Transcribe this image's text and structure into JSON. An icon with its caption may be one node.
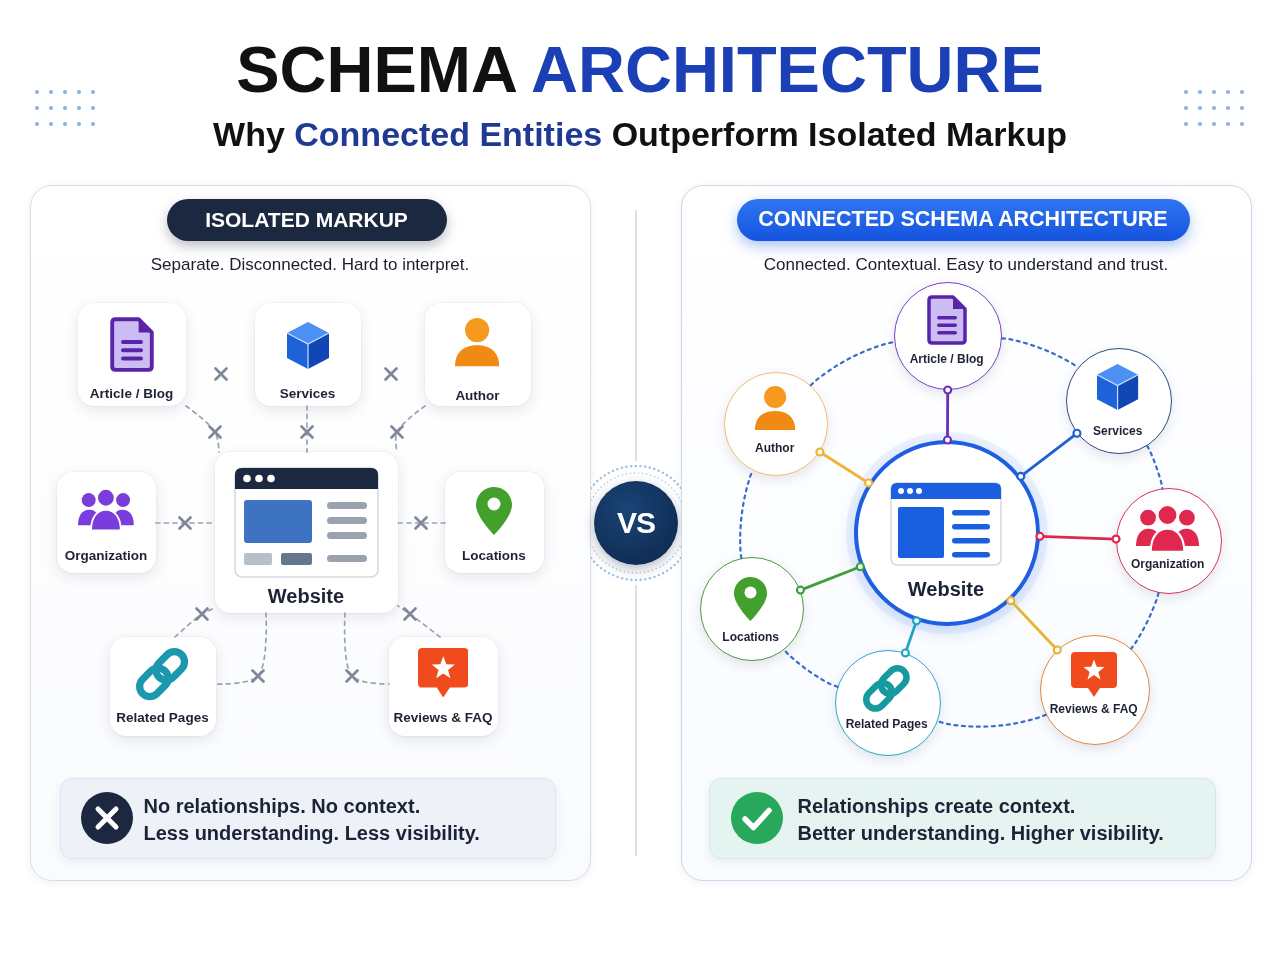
{
  "diagram": {
    "title": "SCHEMA **ARCHITECTURE**",
    "nodes": [
      {
        "text": [
          "Separate. Disconnected. Hard to interpret."
        ]
      },
      {
        "text": [
          "ISOLATED MARKUP"
        ],
        "in": 0
      },
      {
        "text": [
          "Article / Blog"
        ],
        "in": 0
      },
      {
        "text": [
          "Services"
        ],
        "in": 0
      },
      {
        "text": [
          "Author"
        ],
        "in": 0
      },
      {
        "text": [
          "Organization"
        ],
        "in": 0
      },
      {
        "text": [
          "Website"
        ],
        "in": 0
      },
      {
        "text": [
          "Locations"
        ],
        "in": 0
      },
      {
        "text": [
          "Related Pages"
        ],
        "in": 0
      },
      {
        "text": [
          "Reviews & FAQ"
        ],
        "in": 0
      },
      {
        "text": [
          "No relationships. No context.",
          "Less understanding. Less visibility."
        ],
        "in": 0
      },
      {
        "text": [
          "VS"
        ]
      },
      {
        "text": [
          "Connected. Contextual. Easy to understand and trust."
        ]
      },
      {
        "text": [
          "CONNECTED SCHEMA ARCHITECTURE"
        ],
        "in": 12
      },
      {
        "text": [
          "Article / Blog"
        ],
        "in": 12
      },
      {
        "text": [
          "Author"
        ],
        "in": 12
      },
      {
        "text": [
          "Services"
        ],
        "in": 12
      },
      {
        "text": [
          "Website"
        ],
        "in": 12
      },
      {
        "text": [
          "Organization"
        ],
        "in": 12
      },
      {
        "text": [
          "Locations"
        ],
        "in": 12
      },
      {
        "text": [
          "Related Pages"
        ],
        "in": 12
      },
      {
        "text": [
          "Reviews & FAQ"
        ],
        "in": 12
      },
      {
        "text": [
          "Relationships create context.",
          "Better understanding. Higher visibility."
        ],
        "in": 12
      }
    ],
    "edges": [
      {
        "from": 2,
        "to": 6,
        "arrow": "none",
        "style": "dashed"
      },
      {
        "from": 3,
        "to": 6,
        "arrow": "none",
        "style": "dashed"
      },
      {
        "from": 4,
        "to": 6,
        "arrow": "none",
        "style": "dashed"
      },
      {
        "from": 5,
        "to": 6,
        "arrow": "none",
        "style": "dashed"
      },
      {
        "from": 7,
        "to": 6,
        "arrow": "none",
        "style": "dashed"
      },
      {
        "from": 8,
        "to": 6,
        "arrow": "none",
        "style": "dashed"
      },
      {
        "from": 6,
        "to": 8,
        "arrow": "none",
        "style": "dashed"
      },
      {
        "from": 9,
        "to": 6,
        "arrow": "none",
        "style": "dashed"
      },
      {
        "from": 6,
        "to": 9,
        "arrow": "none",
        "style": "dashed"
      },
      {
        "from": 17,
        "to": 14,
        "arrow": "other",
        "color": "#6a30b8"
      },
      {
        "from": 17,
        "to": 15,
        "arrow": "other",
        "color": "#f0b432"
      },
      {
        "from": 17,
        "to": 16,
        "arrow": "other",
        "color": "#1f5fd0"
      },
      {
        "from": 17,
        "to": 18,
        "arrow": "other",
        "color": "#e0264f"
      },
      {
        "from": 17,
        "to": 19,
        "arrow": "other",
        "color": "#3e9e3a"
      },
      {
        "from": 17,
        "to": 20,
        "arrow": "other",
        "color": "#1fa4c6"
      },
      {
        "from": 17,
        "to": 21,
        "arrow": "other",
        "color": "#e8b32e"
      },
      {
        "from": 14,
        "to": 16,
        "arrow": "none",
        "style": "dashed",
        "color": "#3b6cc8"
      },
      {
        "from": 16,
        "to": 18,
        "arrow": "none",
        "style": "dashed",
        "color": "#3b6cc8"
      },
      {
        "from": 18,
        "to": 21,
        "arrow": "none",
        "style": "dashed",
        "color": "#3b6cc8"
      },
      {
        "from": 21,
        "to": 20,
        "arrow": "none",
        "style": "dashed",
        "color": "#3b6cc8"
      },
      {
        "from": 20,
        "to": 19,
        "arrow": "none",
        "style": "dashed",
        "color": "#3b6cc8"
      },
      {
        "from": 19,
        "to": 15,
        "arrow": "none",
        "style": "dashed",
        "color": "#3b6cc8"
      },
      {
        "from": 15,
        "to": 14,
        "arrow": "none",
        "style": "dashed",
        "color": "#3b6cc8"
      }
    ],
    "labels": [
      "Why **Connected Entities** Outperform Isolated Markup"
    ]
  }
}
